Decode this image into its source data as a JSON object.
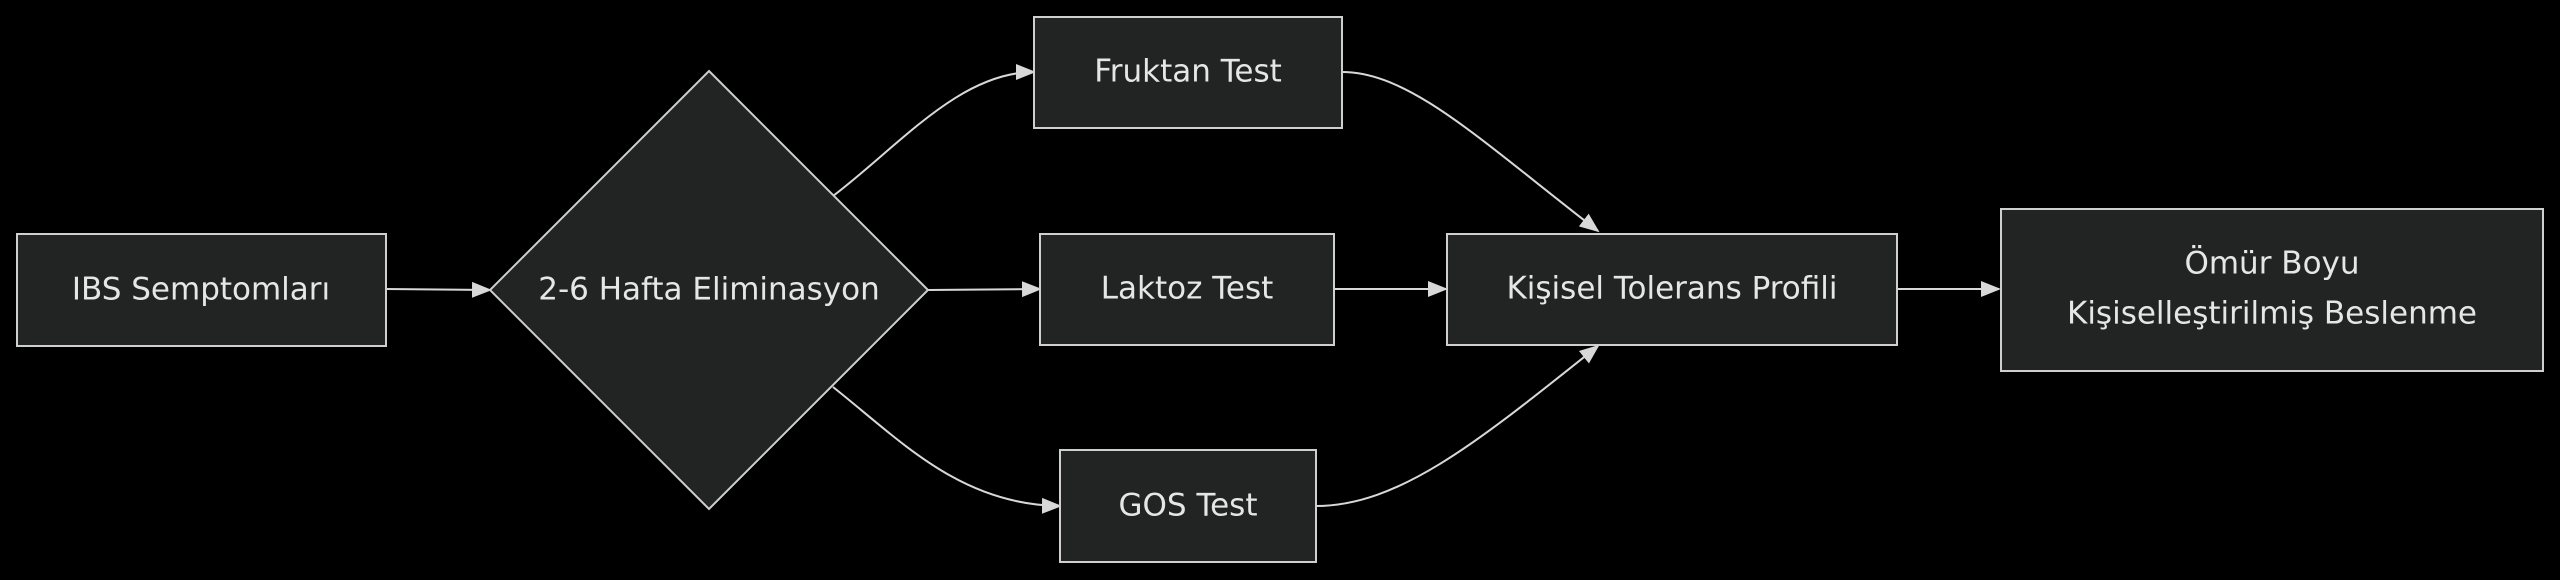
{
  "diagram": {
    "nodes": {
      "ibs": "IBS Semptomları",
      "elim": "2-6 Hafta Eliminasyon",
      "fruktan": "Fruktan Test",
      "laktoz": "Laktoz Test",
      "gos": "GOS Test",
      "profil": "Kişisel Tolerans Profili",
      "omur_line1": "Ömür Boyu",
      "omur_line2": "Kişiselleştirilmiş Beslenme"
    },
    "colors": {
      "background": "#000000",
      "node_fill": "#222423",
      "node_stroke": "#cfcfcf",
      "text": "#e6e6e6",
      "edge": "#d8d8d8"
    }
  }
}
